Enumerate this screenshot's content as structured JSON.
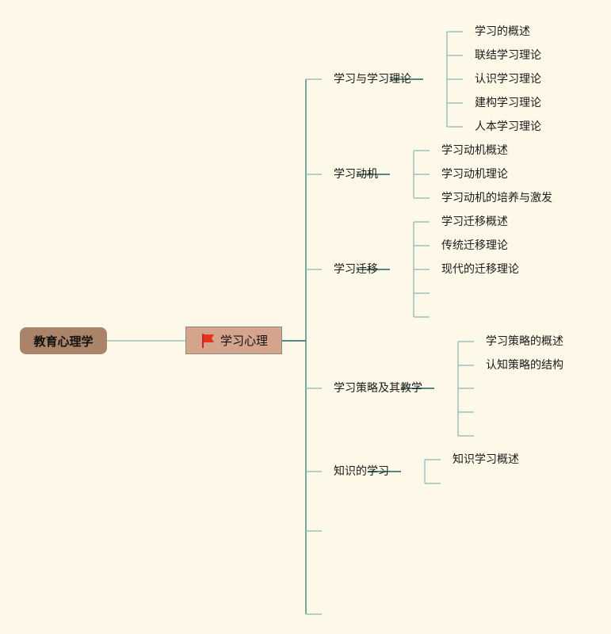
{
  "root": {
    "label": "教育心理学"
  },
  "center": {
    "label": "学习心理",
    "icon": "red-flag-icon"
  },
  "colors": {
    "line_dark": "#4f8a82",
    "line_light": "#9cc3ba",
    "background": "#fdf8e8",
    "root_fill": "#a98468",
    "center_fill": "#d4a48c",
    "flag": "#e8311f"
  },
  "branches": [
    {
      "label": "学习与学习理论",
      "children": [
        "学习的概述",
        "联结学习理论",
        "认识学习理论",
        "建构学习理论",
        "人本学习理论"
      ]
    },
    {
      "label": "学习动机",
      "children": [
        "学习动机概述",
        "学习动机理论",
        "学习动机的培养与激发"
      ]
    },
    {
      "label": "学习迁移",
      "children": [
        "学习迁移概述",
        "传统迁移理论",
        "现代的迁移理论",
        "",
        ""
      ]
    },
    {
      "label": "学习策略及其教学",
      "children": [
        "学习策略的概述",
        "认知策略的结构",
        "",
        "",
        ""
      ]
    },
    {
      "label": "知识的学习",
      "children": [
        "知识学习概述",
        ""
      ]
    },
    {
      "label": "",
      "children": []
    },
    {
      "label": "",
      "children": []
    }
  ]
}
